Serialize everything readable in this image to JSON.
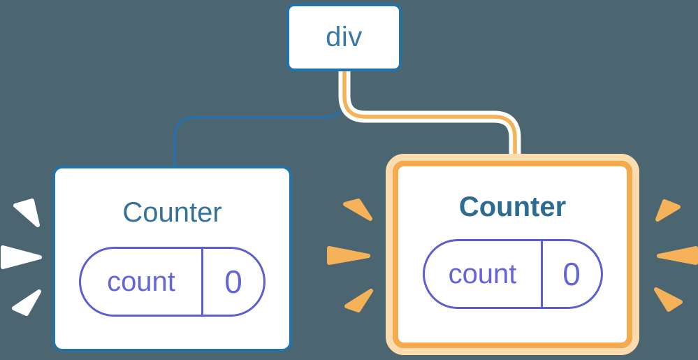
{
  "theme": {
    "background": "#4b6670",
    "node_blue_border": "#2273a9",
    "node_text_blue": "#3b79a5",
    "title_blue": "#35719b",
    "title_blue_bold": "#2c6b92",
    "pill_purple": "#5c5fd0",
    "pill_text_purple": "#6365d9",
    "connector_blue": "#2b6fa5",
    "connector_yellow": "#f5b356",
    "highlight_ring_outer": "#fbdcae",
    "highlight_ring_inner": "#f5ab4d",
    "spark_orange": "#f6b259",
    "spark_white": "#ffffff"
  },
  "diagram": {
    "root_node": {
      "label": "div"
    },
    "counters": [
      {
        "title": "Counter",
        "state_key": "count",
        "state_value": "0",
        "highlighted": false
      },
      {
        "title": "Counter",
        "state_key": "count",
        "state_value": "0",
        "highlighted": true
      }
    ]
  }
}
